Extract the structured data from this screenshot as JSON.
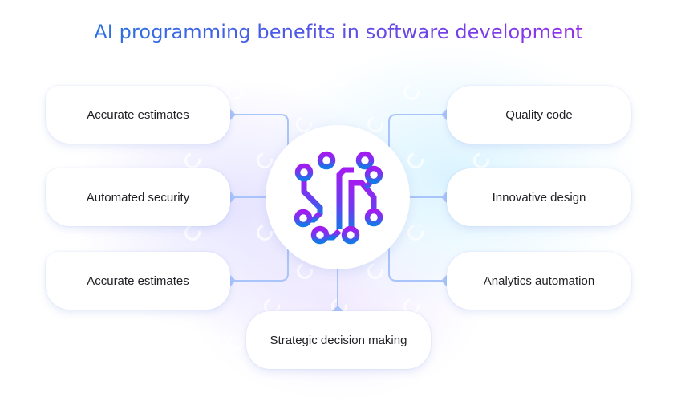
{
  "title": "AI programming benefits in software development",
  "hub": {
    "icon": "circuit-brain-icon"
  },
  "colors": {
    "title_gradient_start": "#1a7ee0",
    "title_gradient_end": "#a624f0",
    "connector": "#a9c4fb",
    "icon_top": "#a21cf0",
    "icon_bottom": "#1677e6"
  },
  "left_items": [
    {
      "label": "Accurate estimates"
    },
    {
      "label": "Automated security"
    },
    {
      "label": "Accurate estimates"
    }
  ],
  "right_items": [
    {
      "label": "Quality code"
    },
    {
      "label": "Innovative design"
    },
    {
      "label": "Analytics automation"
    }
  ],
  "bottom_item": {
    "label": "Strategic decision making"
  }
}
